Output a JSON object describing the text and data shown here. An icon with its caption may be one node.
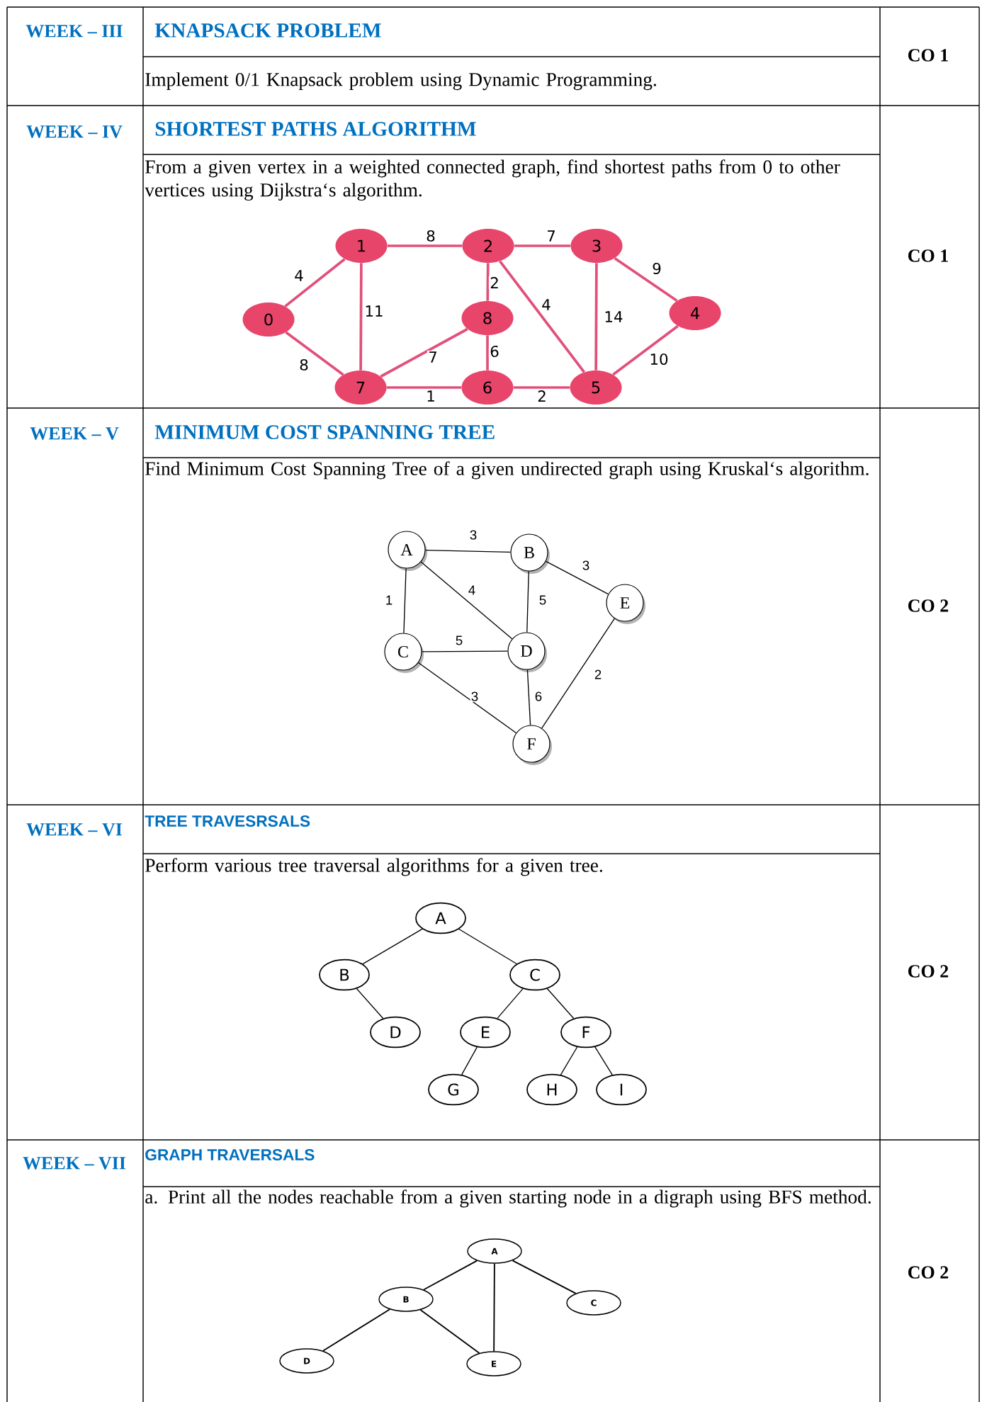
{
  "diagram": {
    "nodes": [
      {
        "text": [
          "0"
        ]
      },
      {
        "text": [
          "1"
        ]
      },
      {
        "text": [
          "2"
        ]
      },
      {
        "text": [
          "3"
        ]
      },
      {
        "text": [
          "4"
        ]
      },
      {
        "text": [
          "5"
        ]
      },
      {
        "text": [
          "6"
        ]
      },
      {
        "text": [
          "7"
        ]
      },
      {
        "text": [
          "8"
        ]
      },
      {
        "text": [
          "A"
        ]
      },
      {
        "text": [
          "B"
        ]
      },
      {
        "text": [
          "C"
        ]
      },
      {
        "text": [
          "D"
        ]
      },
      {
        "text": [
          "E"
        ]
      },
      {
        "text": [
          "F"
        ]
      },
      {
        "text": [
          "A"
        ]
      },
      {
        "text": [
          "B"
        ]
      },
      {
        "text": [
          "C"
        ]
      },
      {
        "text": [
          "D"
        ]
      },
      {
        "text": [
          "E"
        ]
      },
      {
        "text": [
          "F"
        ]
      },
      {
        "text": [
          "G"
        ]
      },
      {
        "text": [
          "H"
        ]
      },
      {
        "text": [
          "I"
        ]
      },
      {
        "text": [
          "A"
        ]
      },
      {
        "text": [
          "B"
        ]
      },
      {
        "text": [
          "C"
        ]
      },
      {
        "text": [
          "D"
        ]
      },
      {
        "text": [
          "E"
        ]
      }
    ],
    "edges": [
      {
        "from": 0,
        "to": 1,
        "arrow": "none",
        "label": "4",
        "color": "#e0507a"
      },
      {
        "from": 1,
        "to": 2,
        "arrow": "none",
        "label": "8",
        "color": "#e0507a"
      },
      {
        "from": 2,
        "to": 3,
        "arrow": "none",
        "label": "7",
        "color": "#e0507a"
      },
      {
        "from": 3,
        "to": 4,
        "arrow": "none",
        "label": "9",
        "color": "#e0507a"
      },
      {
        "from": 1,
        "to": 7,
        "arrow": "none",
        "label": "11",
        "color": "#e0507a"
      },
      {
        "from": 2,
        "to": 8,
        "arrow": "none",
        "label": "2",
        "color": "#e0507a"
      },
      {
        "from": 2,
        "to": 5,
        "arrow": "none",
        "label": "4",
        "color": "#e0507a"
      },
      {
        "from": 3,
        "to": 5,
        "arrow": "none",
        "label": "14",
        "color": "#e0507a"
      },
      {
        "from": 8,
        "to": 7,
        "arrow": "none",
        "label": "7",
        "color": "#e0507a"
      },
      {
        "from": 8,
        "to": 6,
        "arrow": "none",
        "label": "6",
        "color": "#e0507a"
      },
      {
        "from": 0,
        "to": 7,
        "arrow": "none",
        "label": "8",
        "color": "#e0507a"
      },
      {
        "from": 7,
        "to": 6,
        "arrow": "none",
        "label": "1",
        "color": "#e0507a"
      },
      {
        "from": 6,
        "to": 5,
        "arrow": "none",
        "label": "2",
        "color": "#e0507a"
      },
      {
        "from": 4,
        "to": 5,
        "arrow": "none",
        "label": "10",
        "color": "#e0507a"
      },
      {
        "from": 9,
        "to": 10,
        "arrow": "none",
        "label": "3"
      },
      {
        "from": 9,
        "to": 11,
        "arrow": "none",
        "label": "1"
      },
      {
        "from": 9,
        "to": 12,
        "arrow": "none",
        "label": "4"
      },
      {
        "from": 10,
        "to": 12,
        "arrow": "none",
        "label": "5"
      },
      {
        "from": 10,
        "to": 13,
        "arrow": "none",
        "label": "3"
      },
      {
        "from": 11,
        "to": 12,
        "arrow": "none",
        "label": "5"
      },
      {
        "from": 11,
        "to": 14,
        "arrow": "none",
        "label": "3"
      },
      {
        "from": 12,
        "to": 14,
        "arrow": "none",
        "label": "6"
      },
      {
        "from": 13,
        "to": 14,
        "arrow": "none",
        "label": "2"
      },
      {
        "from": 15,
        "to": 16,
        "arrow": "none"
      },
      {
        "from": 15,
        "to": 17,
        "arrow": "none"
      },
      {
        "from": 16,
        "to": 18,
        "arrow": "none"
      },
      {
        "from": 17,
        "to": 19,
        "arrow": "none"
      },
      {
        "from": 17,
        "to": 20,
        "arrow": "none"
      },
      {
        "from": 19,
        "to": 21,
        "arrow": "none"
      },
      {
        "from": 20,
        "to": 22,
        "arrow": "none"
      },
      {
        "from": 20,
        "to": 23,
        "arrow": "none"
      },
      {
        "from": 24,
        "to": 25,
        "arrow": "none"
      },
      {
        "from": 24,
        "to": 26,
        "arrow": "none"
      },
      {
        "from": 24,
        "to": 28,
        "arrow": "none"
      },
      {
        "from": 25,
        "to": 27,
        "arrow": "none"
      },
      {
        "from": 25,
        "to": 28,
        "arrow": "none"
      }
    ],
    "labels": [
      "WEEK – III",
      "KNAPSACK PROBLEM",
      "Implement 0/1 Knapsack problem using Dynamic Programming.",
      "CO 1",
      "WEEK – IV",
      "SHORTEST PATHS ALGORITHM",
      "From a given vertex in a weighted connected graph, find shortest paths from 0 to other vertices using Dijkstra‘s algorithm.",
      "CO 1",
      "WEEK – V",
      "MINIMUM COST SPANNING TREE",
      "Find Minimum Cost Spanning Tree of a given undirected graph using Kruskal‘s algorithm.",
      "CO 2",
      "WEEK – VI",
      "TREE TRAVESRSALS",
      "Perform various tree traversal algorithms for a given tree.",
      "CO 2",
      "WEEK – VII",
      "GRAPH TRAVERSALS",
      "a. Print all the nodes reachable from a given starting node in a digraph using BFS method.",
      "CO 2"
    ]
  }
}
